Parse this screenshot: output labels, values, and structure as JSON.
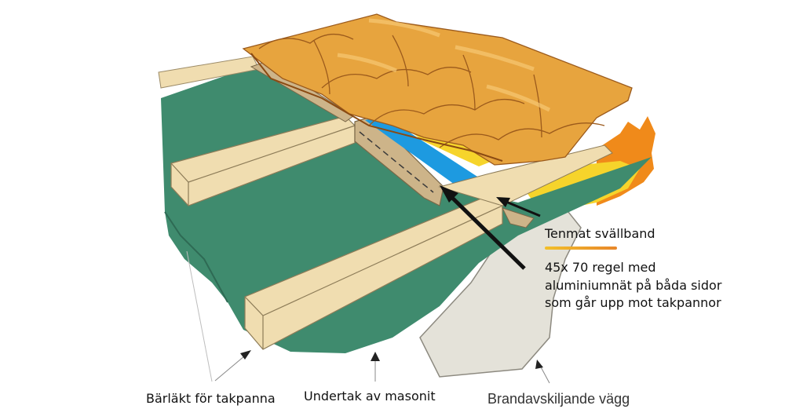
{
  "labels": {
    "tenmat": "Tenmat svällband",
    "regel_lines": [
      "45x 70 regel med",
      "aluminiumnät på båda sidor",
      "som går upp mot takpannor"
    ],
    "barlakt": "Bärläkt för takpanna",
    "undertak": "Undertak av masonit",
    "brandvagg": "Brandavskiljande vägg"
  },
  "icons": [
    "arrow-icon"
  ],
  "colors": {
    "undertak_green": "#3f8b6e",
    "batten_wood": "#f0ddb0",
    "regel_wood": "#cdb489",
    "tile_orange": "#e7a43e",
    "tenmat_yellow": "#f6d42b",
    "flame_orange": "#f08a1a",
    "aluminium_blue": "#1d9ae0",
    "wall_grey": "#e4e2d9"
  }
}
